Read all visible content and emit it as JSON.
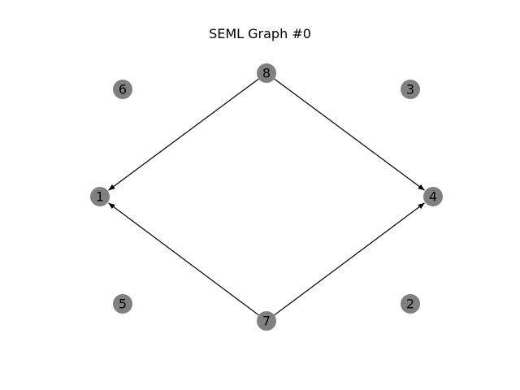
{
  "title": "SEML Graph #0",
  "colors": {
    "node_fill": "#808080",
    "edge": "#000000",
    "label": "#000000",
    "background": "#ffffff"
  },
  "nodes": [
    {
      "id": "8",
      "label": "8"
    },
    {
      "id": "6",
      "label": "6"
    },
    {
      "id": "3",
      "label": "3"
    },
    {
      "id": "1",
      "label": "1"
    },
    {
      "id": "4",
      "label": "4"
    },
    {
      "id": "5",
      "label": "5"
    },
    {
      "id": "2",
      "label": "2"
    },
    {
      "id": "7",
      "label": "7"
    }
  ],
  "edges": [
    {
      "from": "8",
      "to": "1",
      "directed": true
    },
    {
      "from": "8",
      "to": "4",
      "directed": true
    },
    {
      "from": "7",
      "to": "1",
      "directed": true
    },
    {
      "from": "7",
      "to": "4",
      "directed": true
    }
  ]
}
